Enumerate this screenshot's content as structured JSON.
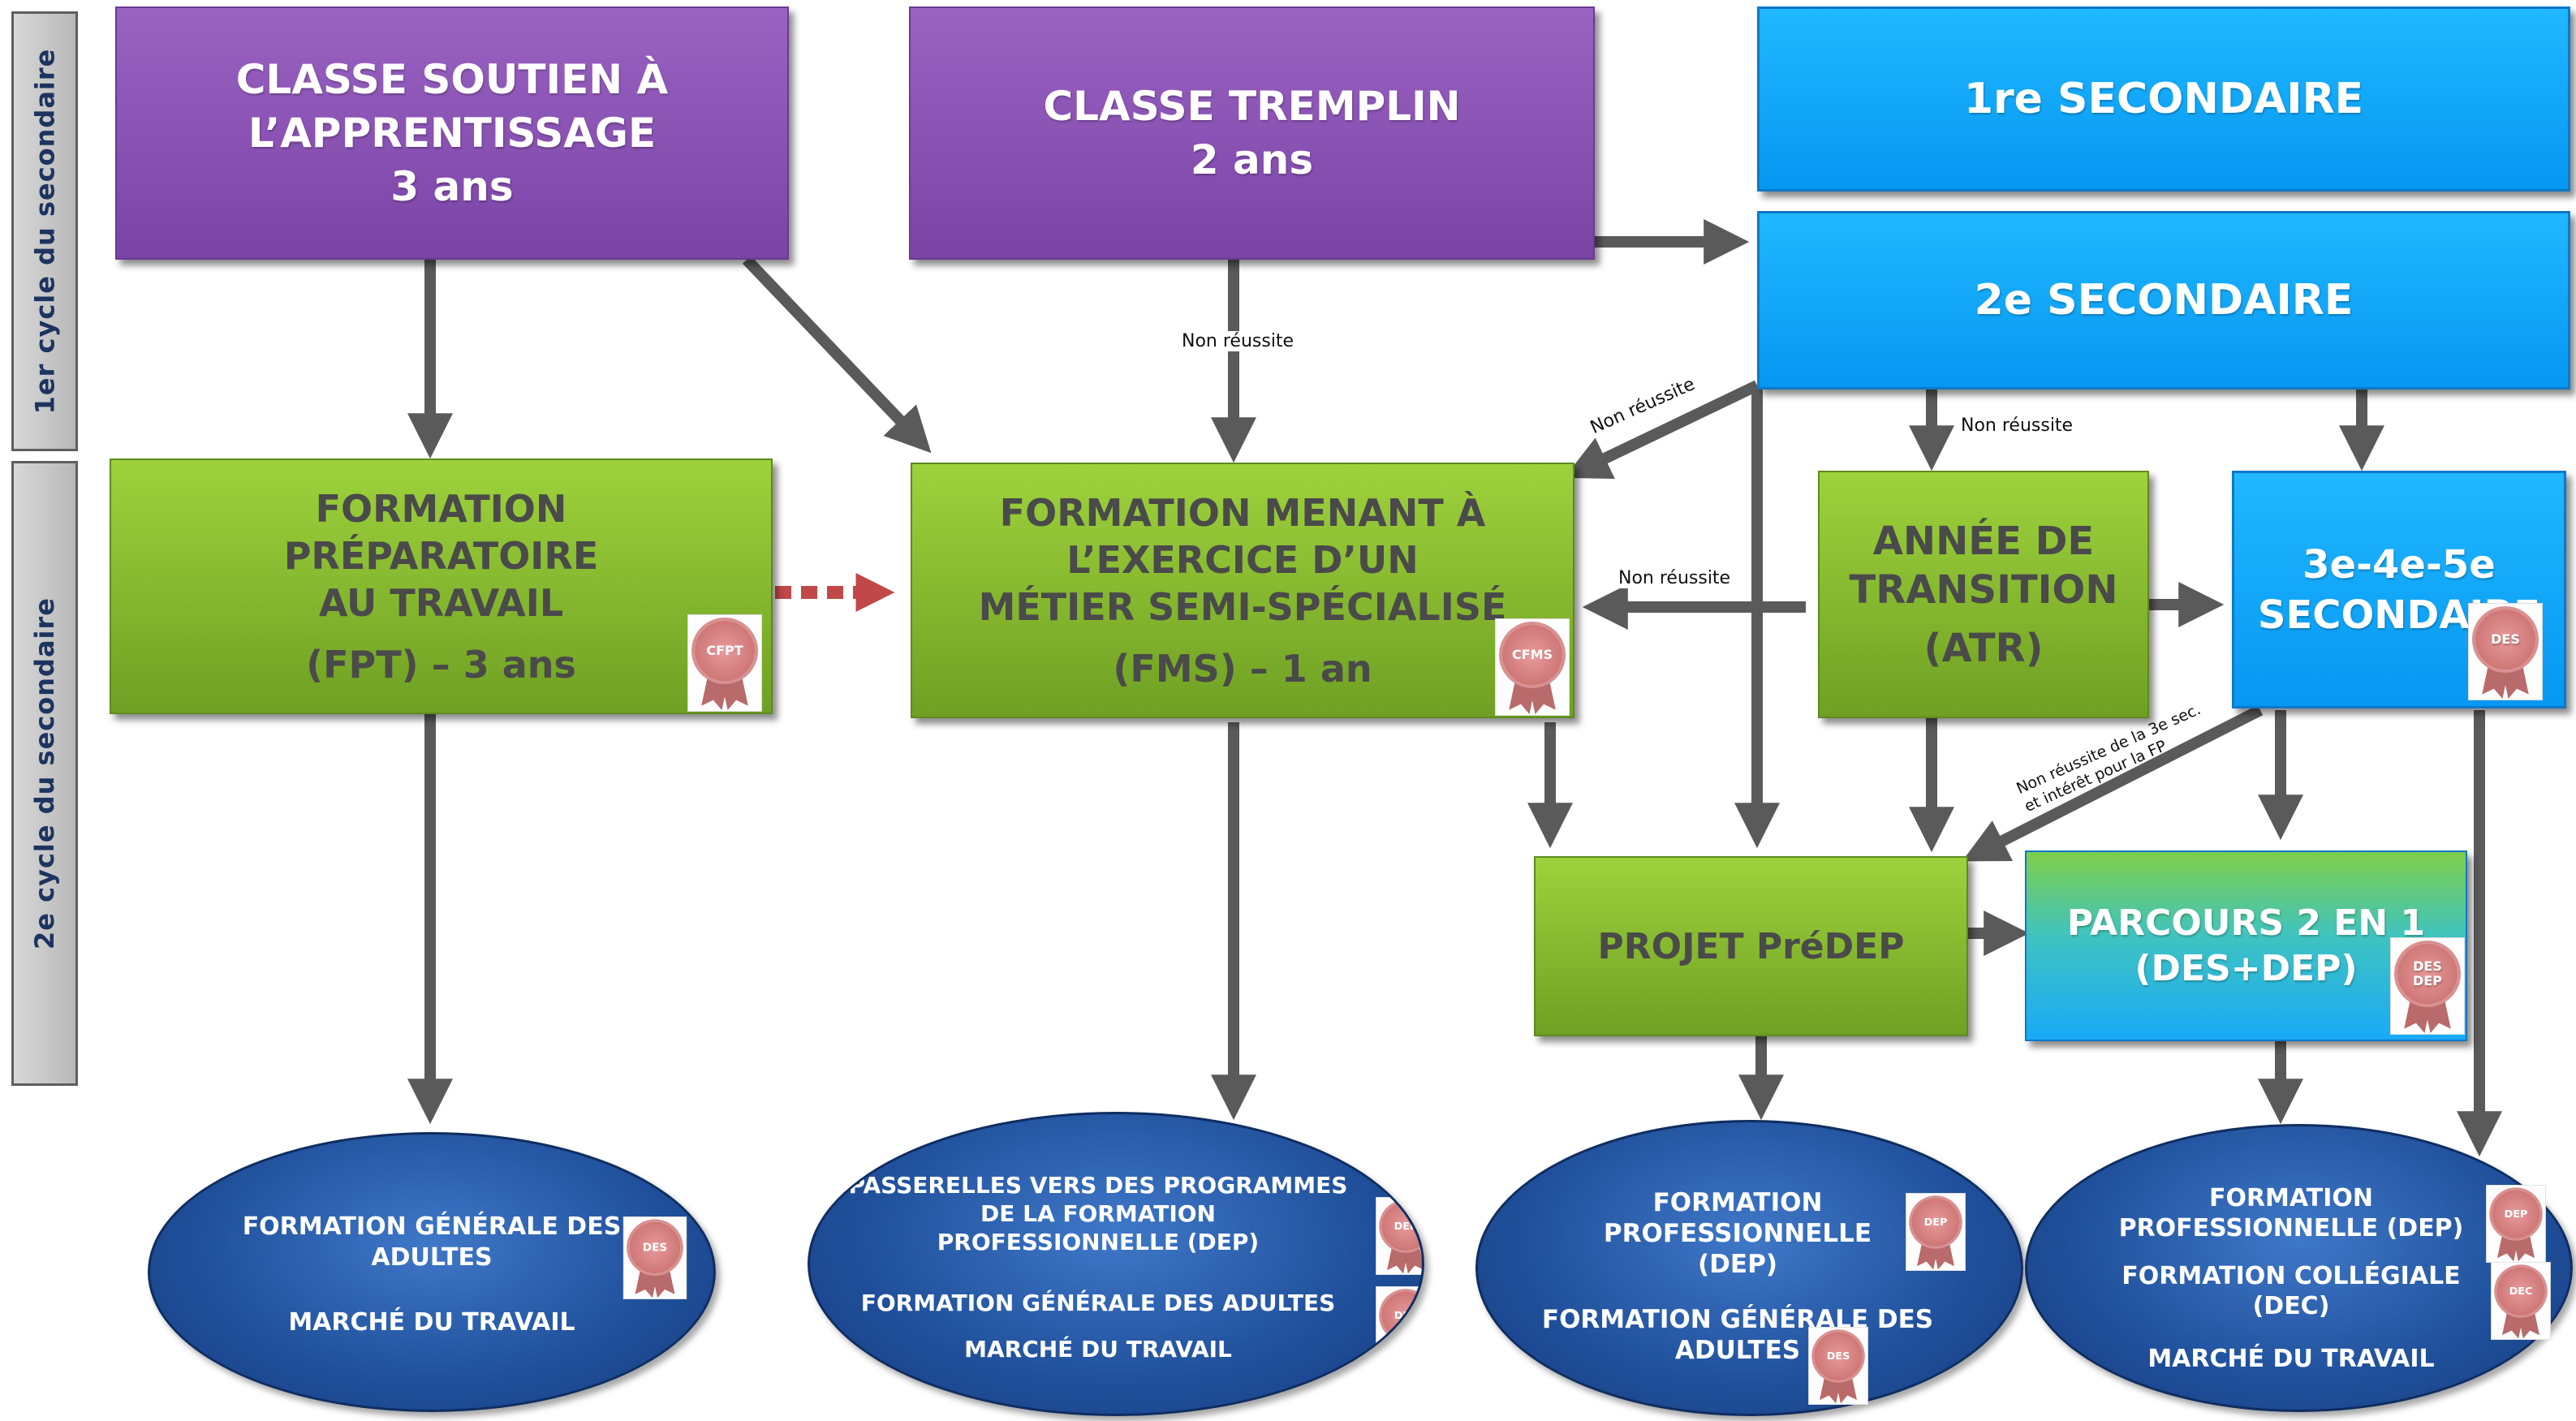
{
  "sidebar": {
    "cycle1": "1er cycle du secondaire",
    "cycle2": "2e cycle du secondaire"
  },
  "boxes": {
    "csa": {
      "line1": "CLASSE SOUTIEN À",
      "line2": "L’APPRENTISSAGE",
      "line3": "3 ans"
    },
    "tremplin": {
      "line1": "CLASSE TREMPLIN",
      "line2": "2 ans"
    },
    "sec1": "1re SECONDAIRE",
    "sec2": "2e SECONDAIRE",
    "fpt": {
      "line1": "FORMATION",
      "line2": "PRÉPARATOIRE",
      "line3": "AU TRAVAIL",
      "line4": "(FPT) – 3 ans"
    },
    "fms": {
      "line1": "FORMATION MENANT À",
      "line2": "L’EXERCICE D’UN",
      "line3": "MÉTIER SEMI-SPÉCIALISÉ",
      "line4": "(FMS) – 1 an"
    },
    "atr": {
      "line1": "ANNÉE DE",
      "line2": "TRANSITION",
      "line3": "(ATR)"
    },
    "sec345": {
      "line1": "3e-4e-5e",
      "line2": "SECONDAIRE"
    },
    "predep": "PROJET PréDEP",
    "parcours": {
      "line1": "PARCOURS 2 EN 1",
      "line2": "(DES+DEP)"
    }
  },
  "notes": {
    "tremplin_fail": "Non réussite",
    "sec2_fail_fms": "Non réussite",
    "sec2_fail_atr": "Non réussite",
    "atr_fail_fms": "Non réussite",
    "sec345_fp_line1": "Non réussite de la 3e sec.",
    "sec345_fp_line2": "et intérêt pour la FP"
  },
  "ellipses": {
    "e1": {
      "t1": "FORMATION GÉNÉRALE DES",
      "t2": "ADULTES",
      "t3": "MARCHÉ DU TRAVAIL"
    },
    "e2": {
      "t1": "PASSERELLES VERS DES PROGRAMMES",
      "t2": "DE LA FORMATION",
      "t3": "PROFESSIONNELLE (DEP)",
      "t4": "FORMATION GÉNÉRALE DES ADULTES",
      "t5": "MARCHÉ DU TRAVAIL"
    },
    "e3": {
      "t1": "FORMATION",
      "t2": "PROFESSIONNELLE",
      "t3": "(DEP)",
      "t4": "FORMATION GÉNÉRALE DES",
      "t5": "ADULTES"
    },
    "e4": {
      "t1": "FORMATION",
      "t2": "PROFESSIONNELLE (DEP)",
      "t3": "FORMATION COLLÉGIALE",
      "t4": "(DEC)",
      "t5": "MARCHÉ DU TRAVAIL"
    }
  },
  "seals": {
    "cfpt": "CFPT",
    "cfms": "CFMS",
    "des": "DES",
    "dep": "DEP",
    "dec": "DEC",
    "desdep1": "DES",
    "desdep2": "DEP"
  },
  "colors": {
    "arrow": "#5a5a5a",
    "dotted_arrow": "#c24848",
    "purple": "#8753b6",
    "blue": "#0ba6f7",
    "green": "#8dc333",
    "ellipse": "#1f4f9a"
  }
}
